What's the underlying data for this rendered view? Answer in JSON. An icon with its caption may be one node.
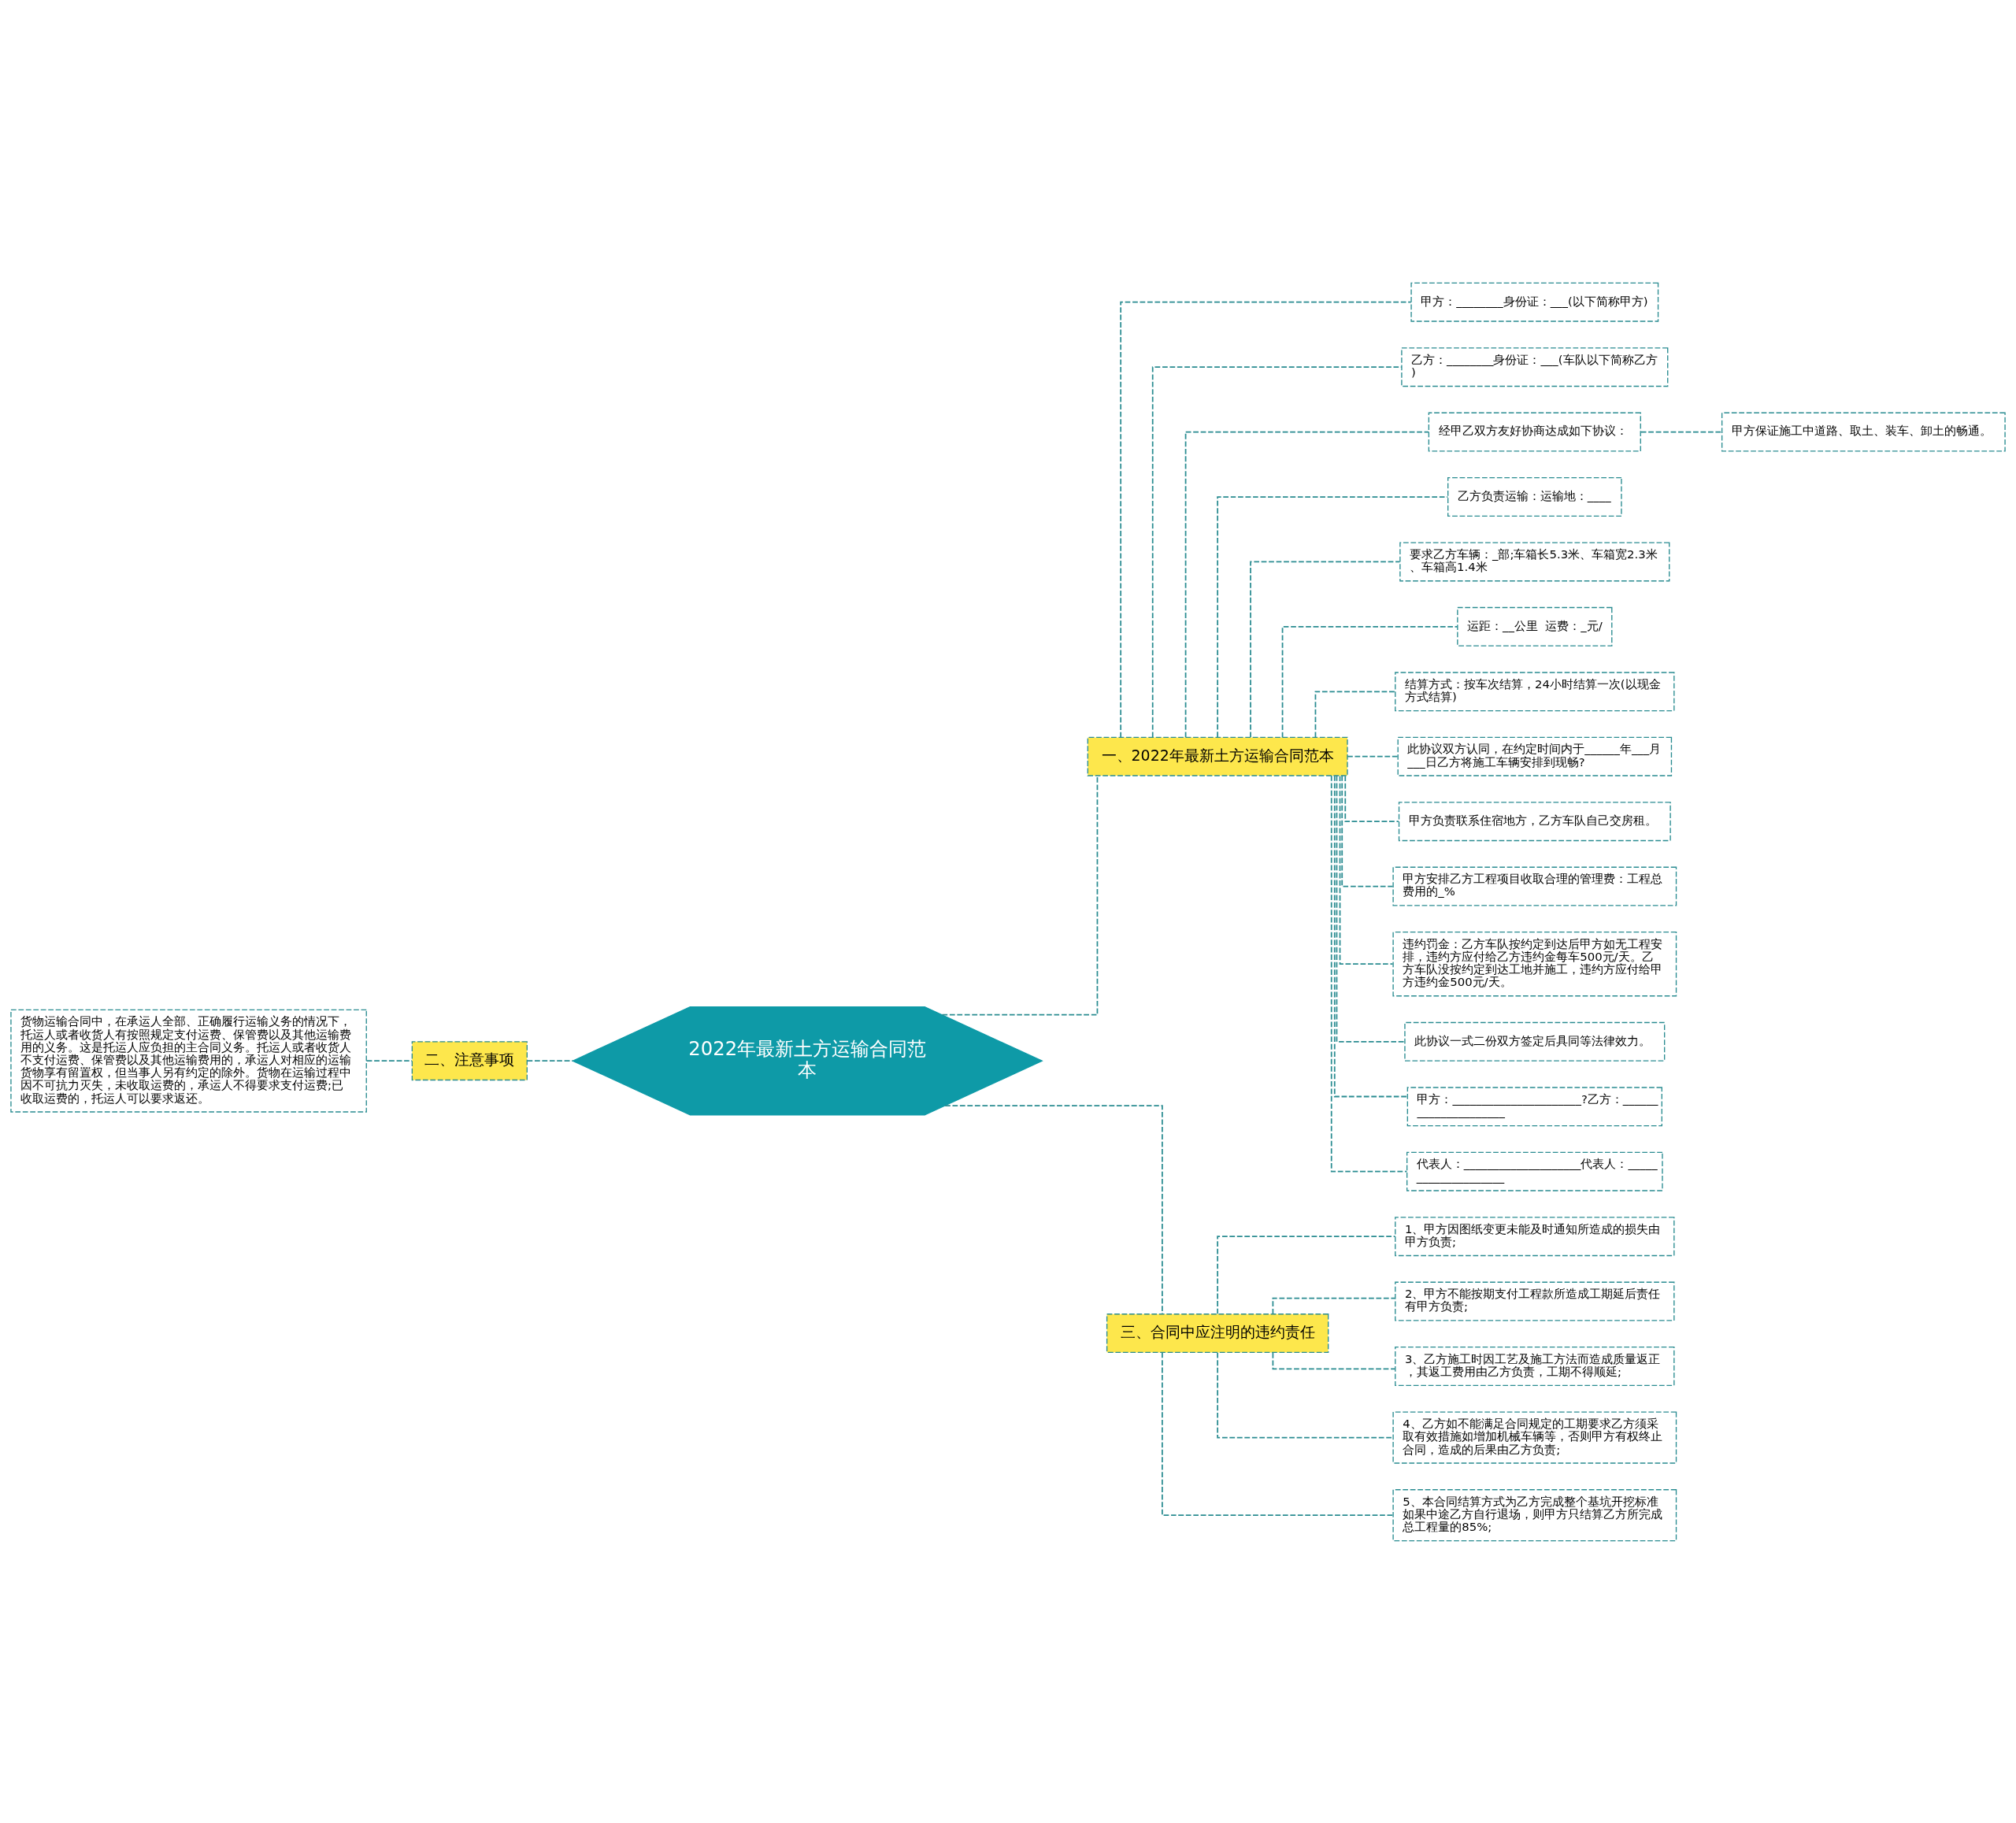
{
  "diagram": {
    "nodes": [
      {
        "text": [
          "2022年最新土方运输合同范本"
        ]
      },
      {
        "text": [
          "一、2022年最新土方运输合同范本"
        ]
      },
      {
        "text": [
          "甲方：________身份证：___(以下简称甲方)"
        ]
      },
      {
        "text": [
          "乙方：________身份证：___(车队以下简称乙方)"
        ]
      },
      {
        "text": [
          "经甲乙双方友好协商达成如下协议："
        ]
      },
      {
        "text": [
          "甲方保证施工中道路、取土、装车、卸土的畅通。"
        ]
      },
      {
        "text": [
          "乙方负责运输：运输地：____"
        ]
      },
      {
        "text": [
          "要求乙方车辆：_部;车箱长5.3米、车箱宽2.3米、车箱高1.4米"
        ]
      },
      {
        "text": [
          "运距：__公里  运费：_元/"
        ]
      },
      {
        "text": [
          "结算方式：按车次结算，24小时结算一次(以现金方式结算)"
        ]
      },
      {
        "text": [
          "此协议双方认同，在约定时间内于______年___月___日乙方将施工车辆安排到现畅?"
        ]
      },
      {
        "text": [
          "甲方负责联系住宿地方，乙方车队自己交房租。"
        ]
      },
      {
        "text": [
          "甲方安排乙方工程项目收取合理的管理费：工程总费用的_%"
        ]
      },
      {
        "text": [
          "违约罚金：乙方车队按约定到达后甲方如无工程安排，违约方应付给乙方违约金每车500元/天。乙方车队没按约定到达工地并施工，违约方应付给甲方违约金500元/天。"
        ]
      },
      {
        "text": [
          "此协议一式二份双方签定后具同等法律效力。"
        ]
      },
      {
        "text": [
          "甲方：______________________?乙方：_____________________"
        ]
      },
      {
        "text": [
          "代表人：____________________代表人：____________________"
        ]
      },
      {
        "text": [
          "三、合同中应注明的违约责任"
        ]
      },
      {
        "text": [
          "1、甲方因图纸变更未能及时通知所造成的损失由甲方负责;"
        ]
      },
      {
        "text": [
          "2、甲方不能按期支付工程款所造成工期延后责任有甲方负责;"
        ]
      },
      {
        "text": [
          "3、乙方施工时因工艺及施工方法而造成质量返正，其返工费用由乙方负责，工期不得顺延;"
        ]
      },
      {
        "text": [
          "4、乙方如不能满足合同规定的工期要求乙方须采取有效措施如增加机械车辆等，否则甲方有权终止合同，造成的后果由乙方负责;"
        ]
      },
      {
        "text": [
          "5、本合同结算方式为乙方完成整个基坑开挖标准如果中途乙方自行退场，则甲方只结算乙方所完成总工程量的85%;"
        ]
      },
      {
        "text": [
          "二、注意事项"
        ]
      },
      {
        "text": [
          "货物运输合同中，在承运人全部、正确履行运输义务的情况下，托运人或者收货人有按照规定支付运费、保管费以及其他运输费用的义务。这是托运人应负担的主合同义务。托运人或者收货人不支付运费、保管费以及其他运输费用的，承运人对相应的运输货物享有留置权，但当事人另有约定的除外。货物在运输过程中因不可抗力灭失，未收取运费的，承运人不得要求支付运费;已收取运费的，托运人可以要求返还。"
        ]
      }
    ],
    "edges": [
      {
        "from": 0,
        "to": 1,
        "arrow": "none",
        "style": "dashed"
      },
      {
        "from": 1,
        "to": 2,
        "arrow": "none",
        "style": "dashed"
      },
      {
        "from": 1,
        "to": 3,
        "arrow": "none",
        "style": "dashed"
      },
      {
        "from": 1,
        "to": 4,
        "arrow": "none",
        "style": "dashed"
      },
      {
        "from": 4,
        "to": 5,
        "arrow": "none",
        "style": "dashed"
      },
      {
        "from": 1,
        "to": 6,
        "arrow": "none",
        "style": "dashed"
      },
      {
        "from": 1,
        "to": 7,
        "arrow": "none",
        "style": "dashed"
      },
      {
        "from": 1,
        "to": 8,
        "arrow": "none",
        "style": "dashed"
      },
      {
        "from": 1,
        "to": 9,
        "arrow": "none",
        "style": "dashed"
      },
      {
        "from": 1,
        "to": 10,
        "arrow": "none",
        "style": "dashed"
      },
      {
        "from": 1,
        "to": 11,
        "arrow": "none",
        "style": "dashed"
      },
      {
        "from": 1,
        "to": 12,
        "arrow": "none",
        "style": "dashed"
      },
      {
        "from": 1,
        "to": 13,
        "arrow": "none",
        "style": "dashed"
      },
      {
        "from": 1,
        "to": 14,
        "arrow": "none",
        "style": "dashed"
      },
      {
        "from": 1,
        "to": 15,
        "arrow": "none",
        "style": "dashed"
      },
      {
        "from": 1,
        "to": 16,
        "arrow": "none",
        "style": "dashed"
      },
      {
        "from": 0,
        "to": 17,
        "arrow": "none",
        "style": "dashed"
      },
      {
        "from": 17,
        "to": 18,
        "arrow": "none",
        "style": "dashed"
      },
      {
        "from": 17,
        "to": 19,
        "arrow": "none",
        "style": "dashed"
      },
      {
        "from": 17,
        "to": 20,
        "arrow": "none",
        "style": "dashed"
      },
      {
        "from": 17,
        "to": 21,
        "arrow": "none",
        "style": "dashed"
      },
      {
        "from": 17,
        "to": 22,
        "arrow": "none",
        "style": "dashed"
      },
      {
        "from": 0,
        "to": 23,
        "arrow": "none",
        "style": "dashed"
      },
      {
        "from": 23,
        "to": 24,
        "arrow": "none",
        "style": "dashed"
      }
    ]
  }
}
